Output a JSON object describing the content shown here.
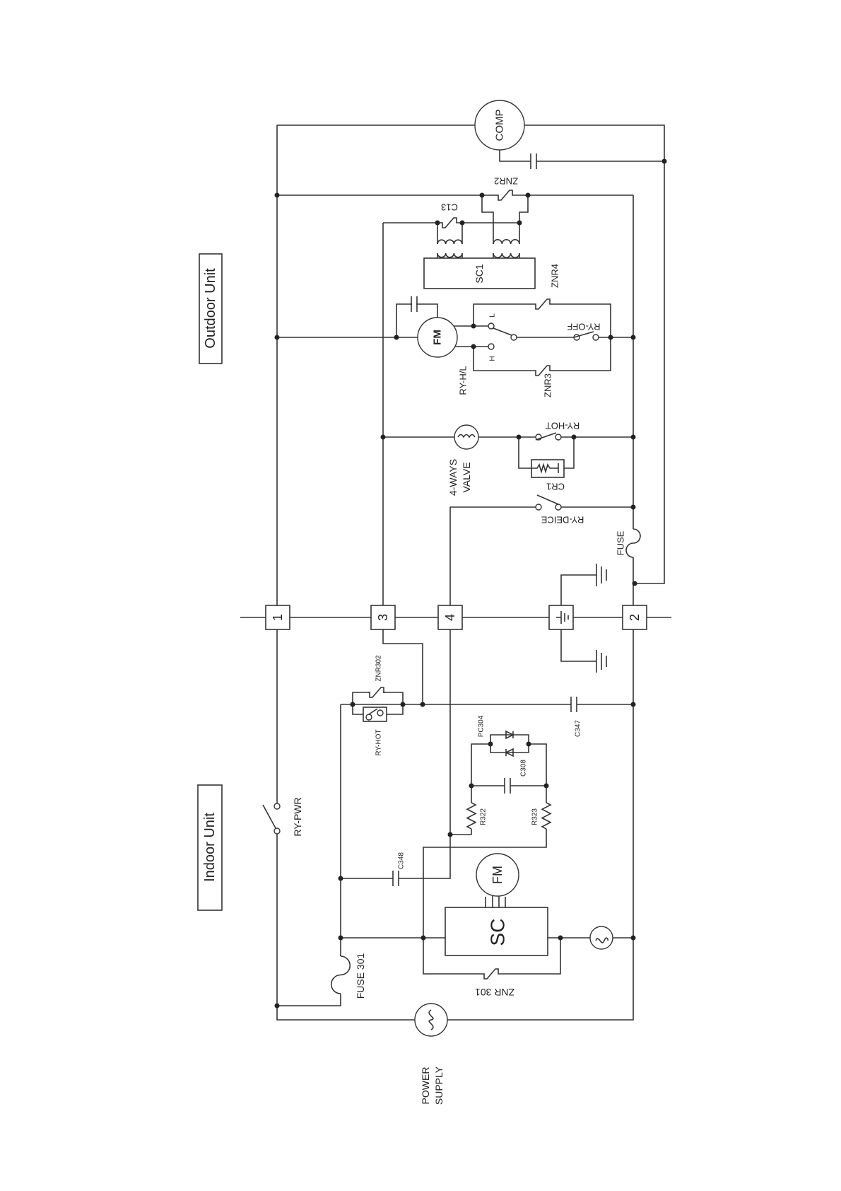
{
  "units": {
    "outdoor": "Outdoor Unit",
    "indoor": "Indoor Unit"
  },
  "outdoor": {
    "comp": "COMP",
    "znr2": "ZNR2",
    "c13": "C13",
    "sc1": "SC1",
    "znr4": "ZNR4",
    "fm": "FM",
    "contact_l": "L",
    "contact_h": "H",
    "ry_hl": "RY-H/L",
    "znr3": "ZNR3",
    "ry_off": "RY-OFF",
    "valve_line1": "4-WAYS",
    "valve_line2": "VALVE",
    "ry_hot": "RY-HOT",
    "cr1": "CR1",
    "ry_deice": "RY-DEICE",
    "fuse": "FUSE"
  },
  "terminals": [
    "1",
    "3",
    "4",
    "2"
  ],
  "indoor": {
    "znr302": "ZNR302",
    "ry_hot": "RY-HOT",
    "pc304": "PC304",
    "c308": "C308",
    "c347": "C347",
    "r322": "R322",
    "r323": "R323",
    "c348": "C348",
    "ry_pwr": "RY-PWR",
    "sc": "SC",
    "fm": "FM",
    "fuse301": "FUSE 301",
    "znr301": "ZNR 301",
    "power_line1": "POWER",
    "power_line2": "SUPPLY"
  }
}
